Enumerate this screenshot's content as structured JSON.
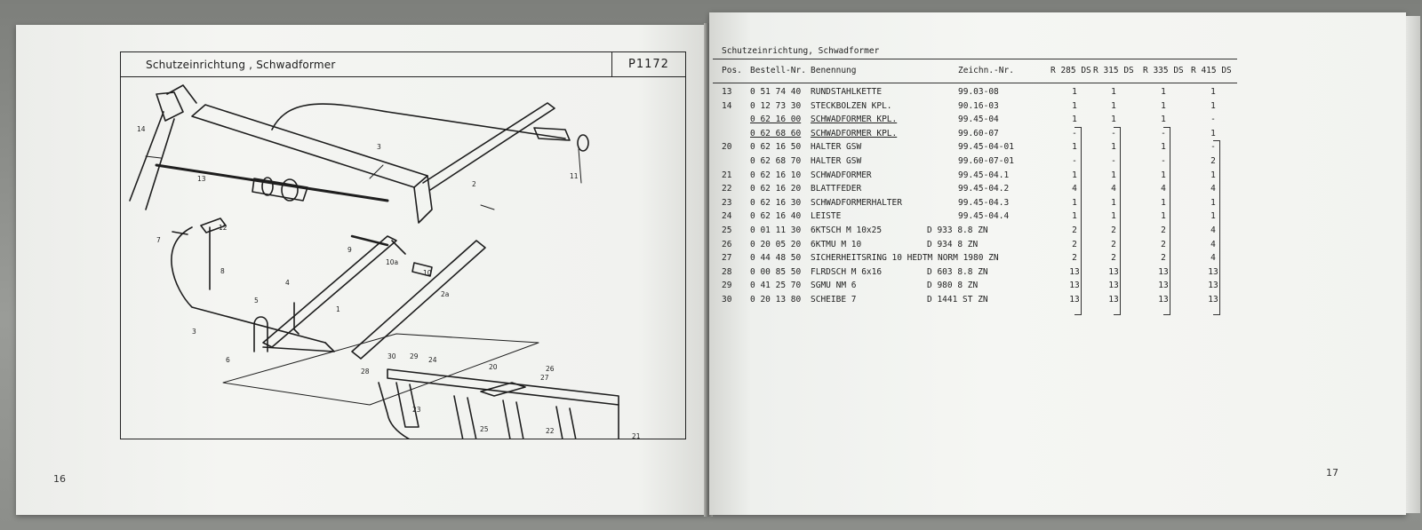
{
  "left_page": {
    "title": "Schutzeinrichtung , Schwadformer",
    "figure_code": "P1172",
    "page_number": "16",
    "callouts": [
      "14",
      "3",
      "13",
      "12",
      "7",
      "8",
      "6",
      "3",
      "5",
      "4",
      "1",
      "2",
      "2a",
      "9",
      "10a",
      "10",
      "11",
      "30",
      "29",
      "28",
      "24",
      "20",
      "26",
      "27",
      "23",
      "25",
      "22",
      "21"
    ]
  },
  "right_page": {
    "title": "Schutzeinrichtung, Schwadformer",
    "page_number": "17",
    "headers": {
      "pos": "Pos.",
      "order_no": "Bestell-Nr.",
      "name": "Benennung",
      "drawing_no": "Zeichn.-Nr.",
      "v1": "R 285 DS",
      "v2": "R 315 DS",
      "v3": "R 335 DS",
      "v4": "R 415 DS"
    },
    "rows": [
      {
        "pos": "13",
        "order": "0 51 74 40",
        "name": "RUNDSTAHLKETTE",
        "norm": "",
        "drawing": "99.03-08",
        "v1": "1",
        "v2": "1",
        "v3": "1",
        "v4": "1"
      },
      {
        "pos": "14",
        "order": "0 12 73 30",
        "name": "STECKBOLZEN KPL.",
        "norm": "",
        "drawing": "90.16-03",
        "v1": "1",
        "v2": "1",
        "v3": "1",
        "v4": "1"
      },
      {
        "pos": "",
        "order": "0 62 16 00",
        "name": "SCHWADFORMER KPL.",
        "norm": "",
        "drawing": "99.45-04",
        "v1": "1",
        "v2": "1",
        "v3": "1",
        "v4": "-"
      },
      {
        "pos": "",
        "order": "0 62 68 60",
        "name": "SCHWADFORMER KPL.",
        "norm": "",
        "drawing": "99.60-07",
        "v1": "-",
        "v2": "-",
        "v3": "-",
        "v4": "1"
      },
      {
        "pos": "20",
        "order": "0 62 16 50",
        "name": "HALTER GSW",
        "norm": "",
        "drawing": "99.45-04-01",
        "v1": "1",
        "v2": "1",
        "v3": "1",
        "v4": "-"
      },
      {
        "pos": "",
        "order": "0 62 68 70",
        "name": "HALTER GSW",
        "norm": "",
        "drawing": "99.60-07-01",
        "v1": "-",
        "v2": "-",
        "v3": "-",
        "v4": "2"
      },
      {
        "pos": "21",
        "order": "0 62 16 10",
        "name": "SCHWADFORMER",
        "norm": "",
        "drawing": "99.45-04.1",
        "v1": "1",
        "v2": "1",
        "v3": "1",
        "v4": "1"
      },
      {
        "pos": "22",
        "order": "0 62 16 20",
        "name": "BLATTFEDER",
        "norm": "",
        "drawing": "99.45-04.2",
        "v1": "4",
        "v2": "4",
        "v3": "4",
        "v4": "4"
      },
      {
        "pos": "23",
        "order": "0 62 16 30",
        "name": "SCHWADFORMERHALTER",
        "norm": "",
        "drawing": "99.45-04.3",
        "v1": "1",
        "v2": "1",
        "v3": "1",
        "v4": "1"
      },
      {
        "pos": "24",
        "order": "0 62 16 40",
        "name": "LEISTE",
        "norm": "",
        "drawing": "99.45-04.4",
        "v1": "1",
        "v2": "1",
        "v3": "1",
        "v4": "1"
      },
      {
        "pos": "25",
        "order": "0 01 11 30",
        "name": "6KTSCH M 10x25",
        "norm": "D 933  8.8 ZN",
        "drawing": "",
        "v1": "2",
        "v2": "2",
        "v3": "2",
        "v4": "4"
      },
      {
        "pos": "26",
        "order": "0 20 05 20",
        "name": "6KTMU M 10",
        "norm": "D 934  8 ZN",
        "drawing": "",
        "v1": "2",
        "v2": "2",
        "v3": "2",
        "v4": "4"
      },
      {
        "pos": "27",
        "order": "0 44 48 50",
        "name": "SICHERHEITSRING 10 HEDTM NORM 1980 ZN",
        "norm": "",
        "drawing": "",
        "v1": "2",
        "v2": "2",
        "v3": "2",
        "v4": "4"
      },
      {
        "pos": "28",
        "order": "0 00 85 50",
        "name": "FLRDSCH M 6x16",
        "norm": "D 603  8.8 ZN",
        "drawing": "",
        "v1": "13",
        "v2": "13",
        "v3": "13",
        "v4": "13"
      },
      {
        "pos": "29",
        "order": "0 41 25 70",
        "name": "SGMU NM 6",
        "norm": "D 980  8 ZN",
        "drawing": "",
        "v1": "13",
        "v2": "13",
        "v3": "13",
        "v4": "13"
      },
      {
        "pos": "30",
        "order": "0 20 13 80",
        "name": "SCHEIBE 7",
        "norm": "D 1441 ST ZN",
        "drawing": "",
        "v1": "13",
        "v2": "13",
        "v3": "13",
        "v4": "13"
      }
    ]
  }
}
